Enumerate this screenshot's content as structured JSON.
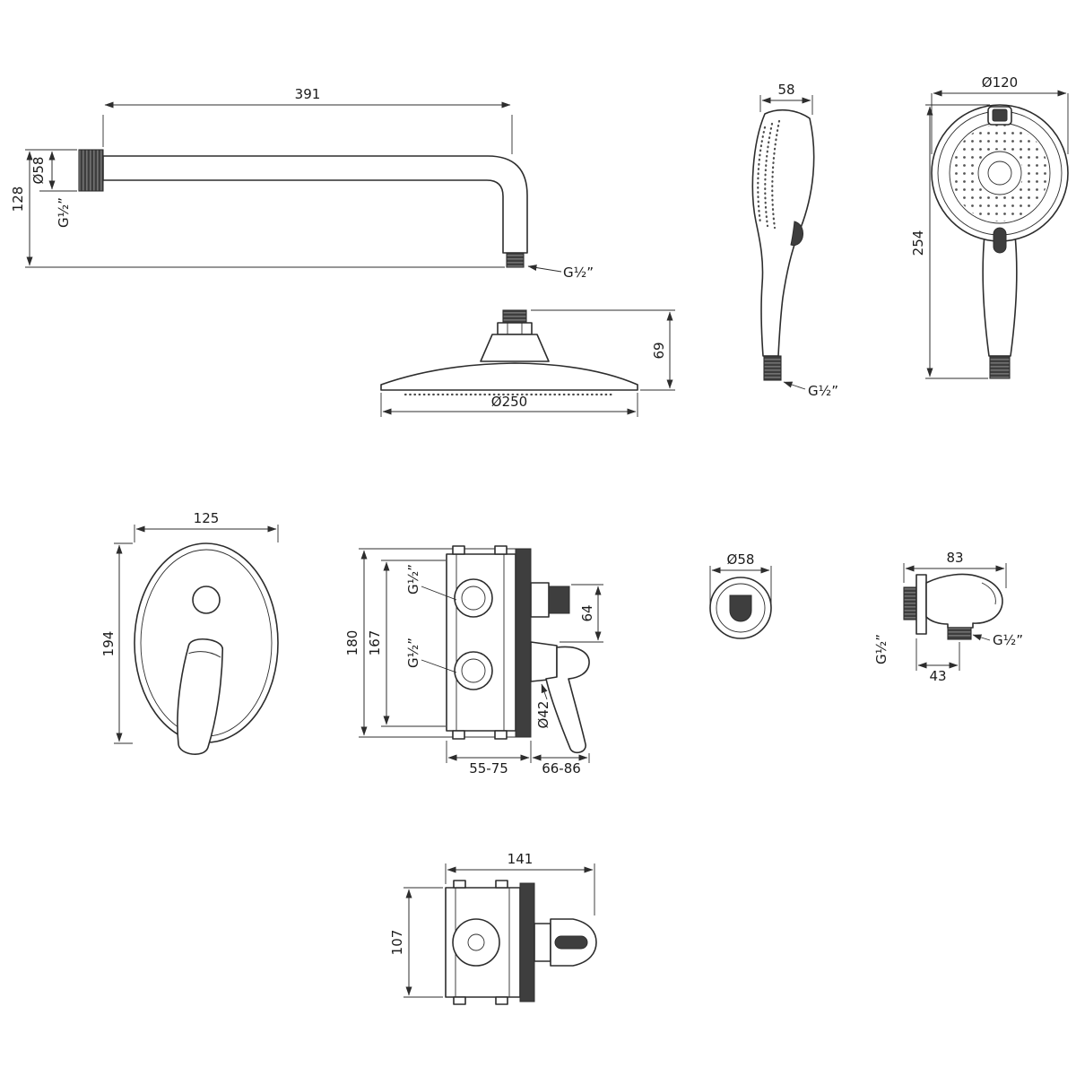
{
  "drawing": {
    "arm": {
      "length": "391",
      "flange_diameter": "Ø58",
      "drop_height": "128",
      "wall_thread": "G½”",
      "outlet_thread": "G½”"
    },
    "head_shower": {
      "height": "69",
      "diameter": "Ø250"
    },
    "hand_shower_side": {
      "width": "58",
      "thread": "G½”"
    },
    "hand_shower_front": {
      "diameter": "Ø120",
      "length": "254"
    },
    "trim_plate": {
      "width": "125",
      "height": "194"
    },
    "mixer": {
      "height_outer": "180",
      "height_inner": "167",
      "inlet_thread_top": "G½”",
      "inlet_thread_bottom": "G½”",
      "cartridge_offset": "64",
      "handle_diameter": "Ø42",
      "install_depth_body": "55-75",
      "install_depth_trim": "66-86"
    },
    "escutcheon": {
      "diameter": "Ø58"
    },
    "wall_outlet": {
      "width": "83",
      "wall_thread": "G½”",
      "outlet_offset": "43",
      "outlet_thread": "G½”"
    },
    "mixer_top": {
      "width": "141",
      "depth": "107"
    },
    "line_color": "#2d2d2d"
  }
}
